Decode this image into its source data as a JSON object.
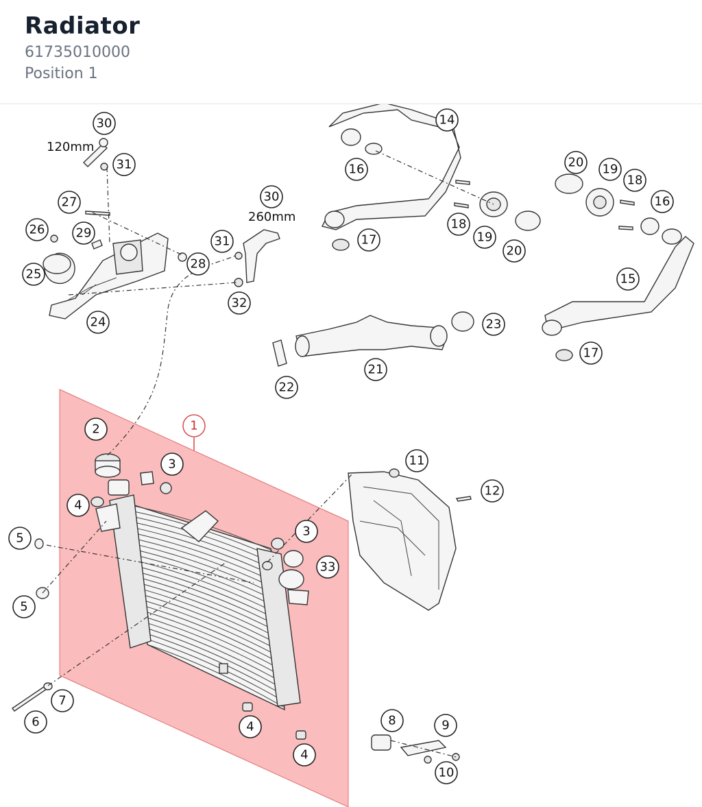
{
  "header": {
    "title": "Radiator",
    "part_number": "61735010000",
    "position": "Position 1"
  },
  "colors": {
    "highlight_fill": "#f8a5a5",
    "highlight_stroke": "#d9534f",
    "line": "#333333"
  },
  "diagram": {
    "highlighted_part": "1",
    "notes": {
      "hose_short": "120mm",
      "hose_long": "260mm"
    },
    "callouts": {
      "c1": "1",
      "c2": "2",
      "c3a": "3",
      "c3b": "3",
      "c4a": "4",
      "c4b": "4",
      "c4c": "4",
      "c5a": "5",
      "c5b": "5",
      "c6": "6",
      "c7": "7",
      "c8": "8",
      "c9": "9",
      "c10": "10",
      "c11": "11",
      "c12": "12",
      "c14": "14",
      "c15": "15",
      "c16a": "16",
      "c16b": "16",
      "c17a": "17",
      "c17b": "17",
      "c18a": "18",
      "c18b": "18",
      "c19a": "19",
      "c19b": "19",
      "c20a": "20",
      "c20b": "20",
      "c21": "21",
      "c22": "22",
      "c23": "23",
      "c24": "24",
      "c25": "25",
      "c26": "26",
      "c27": "27",
      "c28": "28",
      "c29": "29",
      "c30a": "30",
      "c30b": "30",
      "c31a": "31",
      "c31b": "31",
      "c32": "32",
      "c33": "33"
    }
  }
}
